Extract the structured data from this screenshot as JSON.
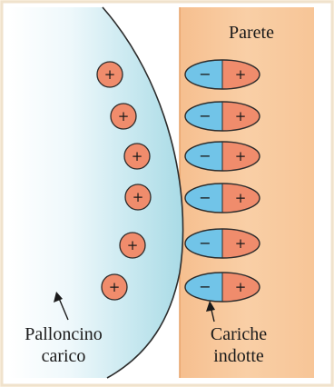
{
  "labels": {
    "wall": "Parete",
    "balloon_line1": "Palloncino",
    "balloon_line2": "carico",
    "induced_line1": "Cariche",
    "induced_line2": "indotte"
  },
  "symbols": {
    "plus": "+",
    "minus": "−"
  },
  "colors": {
    "page_background": "#fdf3e3",
    "wall": "#f7c79a",
    "wall_edge": "#e7a268",
    "balloon_light": "#ffffff",
    "balloon_dark": "#a9dbe6",
    "positive_charge": "#f08c6c",
    "negative_charge": "#71c4e8",
    "outline": "#2c2c2c"
  },
  "counts": {
    "balloon_positive_charges": 6,
    "induced_dipoles": 6
  }
}
